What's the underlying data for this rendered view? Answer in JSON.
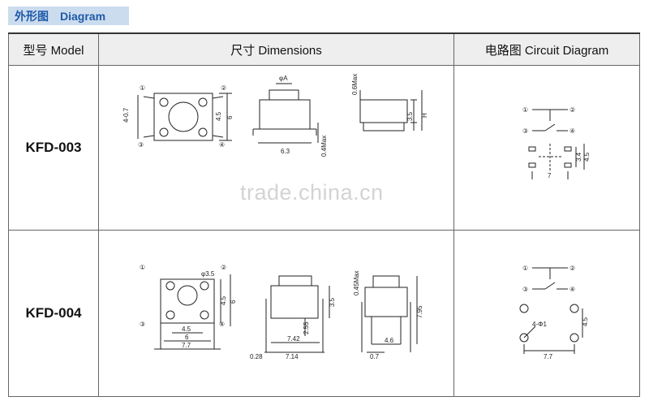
{
  "header_tag": {
    "cn": "外形图",
    "en": "Diagram"
  },
  "columns": {
    "model": "型号 Model",
    "dimensions": "尺寸 Dimensions",
    "circuit": "电路图 Circuit Diagram"
  },
  "rows": [
    {
      "model": "KFD-003",
      "dims": {
        "labels": [
          "4-0.7",
          "4.5",
          "6",
          "φA",
          "6.3",
          "0.4Max",
          "3.5",
          "H",
          "0.6Max"
        ],
        "pins": [
          "①",
          "②",
          "③",
          "④"
        ]
      },
      "circuit": {
        "pins": [
          "①",
          "②",
          "③",
          "④"
        ],
        "labels": [
          "3.4",
          "4.5",
          "7"
        ]
      }
    },
    {
      "model": "KFD-004",
      "dims": {
        "labels": [
          "φ3.5",
          "4.5",
          "6",
          "4.5",
          "6",
          "7.7",
          "3.5",
          "2.55",
          "7.42",
          "0.28",
          "7.14",
          "0.45Max",
          "7.95",
          "4.6",
          "0.7"
        ],
        "pins": [
          "①",
          "②",
          "③",
          "④"
        ]
      },
      "circuit": {
        "pins": [
          "①",
          "②",
          "③",
          "④"
        ],
        "labels": [
          "4-Φ1",
          "4.5",
          "7.7"
        ]
      }
    }
  ],
  "watermark": "trade.china.cn"
}
